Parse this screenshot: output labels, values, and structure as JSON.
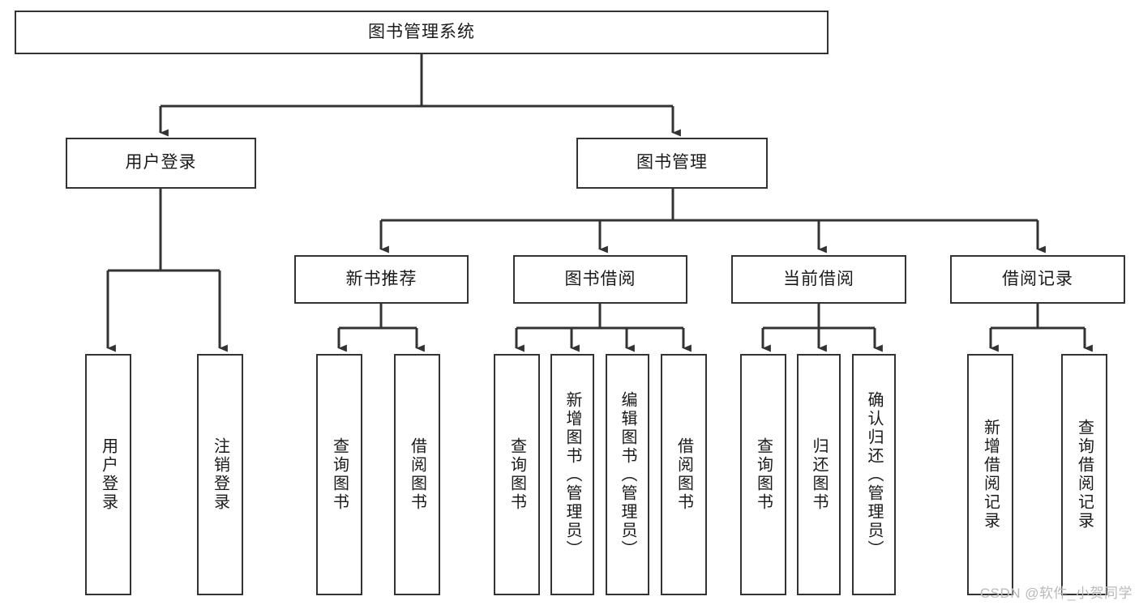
{
  "diagram": {
    "type": "tree-hierarchy",
    "title": "图书管理系统",
    "watermark": "CSDN @软件_小贺同学",
    "colors": {
      "border": "#333333",
      "background": "#ffffff",
      "text": "#1a1a1a",
      "watermark": "#b9b9b9"
    },
    "levels": {
      "root": {
        "label": "图书管理系统"
      },
      "level2": [
        {
          "label": "用户登录"
        },
        {
          "label": "图书管理"
        }
      ],
      "level3": [
        {
          "label": "新书推荐"
        },
        {
          "label": "图书借阅"
        },
        {
          "label": "当前借阅"
        },
        {
          "label": "借阅记录"
        }
      ],
      "leaves": [
        {
          "label": "用户登录"
        },
        {
          "label": "注销登录"
        },
        {
          "label": "查询图书"
        },
        {
          "label": "借阅图书"
        },
        {
          "label": "查询图书"
        },
        {
          "label": "新增图书（管理员）"
        },
        {
          "label": "编辑图书（管理员）"
        },
        {
          "label": "借阅图书"
        },
        {
          "label": "查询图书"
        },
        {
          "label": "归还图书"
        },
        {
          "label": "确认归还（管理员）"
        },
        {
          "label": "新增借阅记录"
        },
        {
          "label": "查询借阅记录"
        }
      ]
    },
    "relations": {
      "root_children": [
        "用户登录",
        "图书管理"
      ],
      "用户登录_children": [
        "用户登录",
        "注销登录"
      ],
      "图书管理_children": [
        "新书推荐",
        "图书借阅",
        "当前借阅",
        "借阅记录"
      ],
      "新书推荐_children": [
        "查询图书",
        "借阅图书"
      ],
      "图书借阅_children": [
        "查询图书",
        "新增图书（管理员）",
        "编辑图书（管理员）",
        "借阅图书"
      ],
      "当前借阅_children": [
        "查询图书",
        "归还图书",
        "确认归还（管理员）"
      ],
      "借阅记录_children": [
        "新增借阅记录",
        "查询借阅记录"
      ]
    }
  }
}
